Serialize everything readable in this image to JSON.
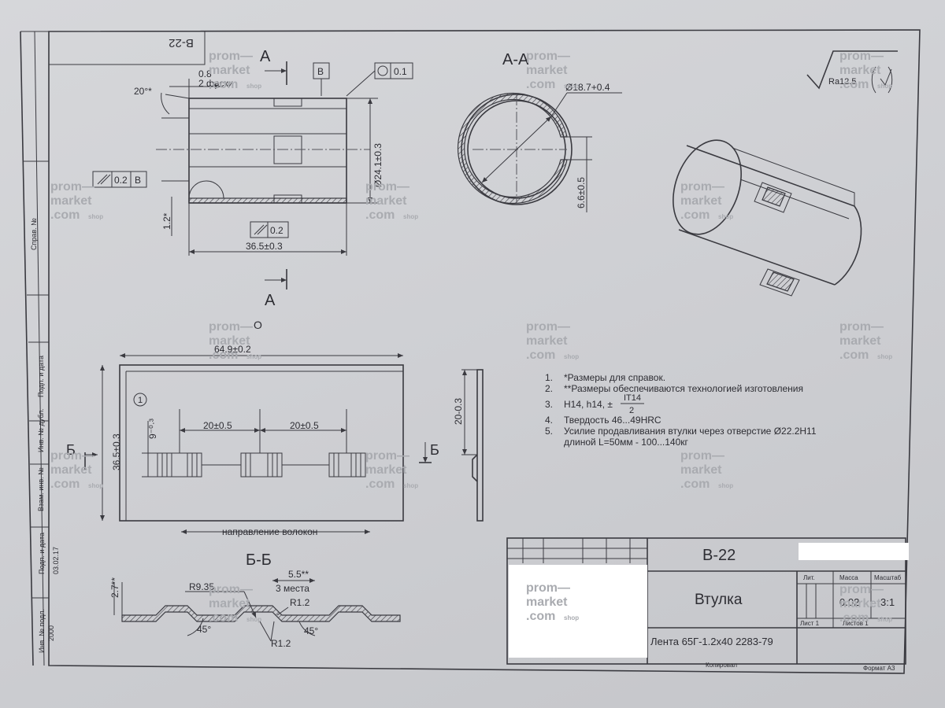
{
  "views": {
    "stamp_top": "В-22",
    "section_a_mark": "А",
    "section_aa": "А-А",
    "section_b_mark": "Б",
    "section_bb": "Б-Б",
    "datum_b": "В",
    "fiber_direction": "направление волокон"
  },
  "dimensions": {
    "chamfer": "0.8",
    "chamfer_note": "2 фаски",
    "angle_20": "20°*",
    "parallel_tol": "0.2",
    "round_tol": "0.1",
    "diam_outer": "Ø24.1±0.3",
    "wall": "1.2*",
    "length": "36.5±0.3",
    "diam_inner": "Ø18.7+0.4",
    "gap": "6.6±0.5",
    "blank_length": "64.9±0.2",
    "blank_width": "36.5±0.3",
    "width_9": "9⁻⁰·³",
    "circle_1": "1",
    "pitch1": "20±0.5",
    "pitch2": "20±0.5",
    "height_20": "20-0.3",
    "r935": "R9.35",
    "depth_55": "5.5**",
    "places": "3 места",
    "r12a": "R1.2",
    "r12b": "R1.2",
    "ang45a": "45°",
    "ang45b": "45°",
    "h27": "2.7**",
    "roughness": "Ra12.5"
  },
  "notes": [
    {
      "n": "1.",
      "text": "*Размеры для справок."
    },
    {
      "n": "2.",
      "text": "**Размеры обеспечиваются технологией изготовления"
    },
    {
      "n": "3.",
      "text": "H14, h14, ±",
      "frac_top": "IT14",
      "frac_bot": "2"
    },
    {
      "n": "4.",
      "text": "Твердость 46...49HRC"
    },
    {
      "n": "5.",
      "text": "Усилие продавливания втулки через отверстие Ø22.2H11"
    },
    {
      "n": "",
      "text": "длиной L=50мм - 100...140кг"
    }
  ],
  "title_block": {
    "code": "В-22",
    "name": "Втулка",
    "material": "Лента 65Г-1.2х40 2283-79",
    "lit": "Лит.",
    "mass": "Масса",
    "scale": "Масштаб",
    "mass_val": "0.02",
    "scale_val": "3:1",
    "sheet": "Лист 1",
    "sheets": "Листов 1",
    "copied": "Копировал",
    "format": "Формат А3"
  },
  "side_strip": {
    "sprav": "Справ. №",
    "podp1": "Подп. и дата",
    "inv_dubl": "Инв. № дубл.",
    "vzam": "Взам. инв. №",
    "podp2": "Подп. и дата",
    "date": "03.02.17",
    "inv_podl": "Инв. № подл.",
    "inv_num": "2000"
  },
  "watermark": {
    "line1": "prom—",
    "line2": "market",
    "line3": ".com",
    "shop": "shop"
  }
}
